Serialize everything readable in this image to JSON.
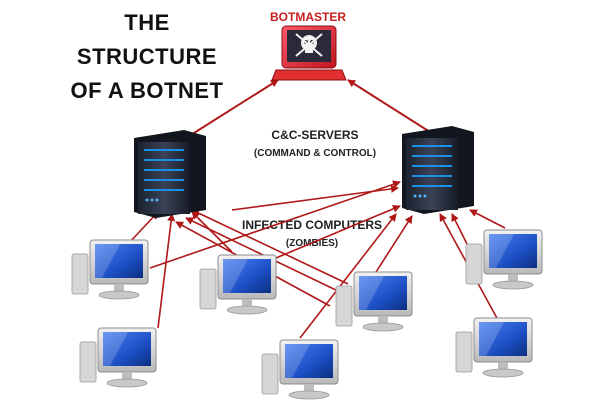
{
  "title": {
    "line1": "THE STRUCTURE",
    "line2": "OF A BOTNET"
  },
  "botmaster": {
    "label": "BOTMASTER"
  },
  "cc_servers": {
    "title": "C&C-SERVERS",
    "subtitle": "(COMMAND & CONTROL)"
  },
  "infected": {
    "title": "INFECTED COMPUTERS",
    "subtitle": "(ZOMBIES)"
  },
  "colors": {
    "arrow": "#b01818",
    "botmaster_accent": "#d9222a",
    "server_body": "#2d3342",
    "monitor_screen": "#1b4fc4"
  }
}
